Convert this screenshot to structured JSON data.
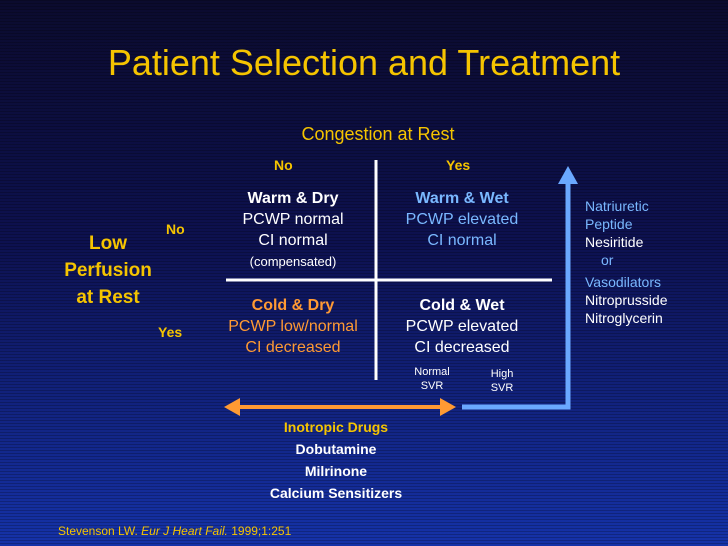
{
  "title": "Patient Selection and Treatment",
  "congestion_label": "Congestion at Rest",
  "congestion_no": "No",
  "congestion_yes": "Yes",
  "perfusion_label": [
    "Low",
    "Perfusion",
    "at Rest"
  ],
  "perfusion_no": "No",
  "perfusion_yes": "Yes",
  "quadrants": {
    "warm_dry": {
      "head": "Warm & Dry",
      "line1": "PCWP normal",
      "line2": "CI normal",
      "line3": "(compensated)"
    },
    "warm_wet": {
      "head": "Warm & Wet",
      "line1": "PCWP elevated",
      "line2": "CI normal"
    },
    "cold_dry": {
      "head": "Cold & Dry",
      "line1": "PCWP low/normal",
      "line2": "CI decreased"
    },
    "cold_wet": {
      "head": "Cold & Wet",
      "line1": "PCWP elevated",
      "line2": "CI decreased"
    }
  },
  "svr": {
    "normal": [
      "Normal",
      "SVR"
    ],
    "high": [
      "High",
      "SVR"
    ]
  },
  "right_panel": {
    "natriuretic": [
      "Natriuretic",
      "Peptide"
    ],
    "nesiritide": "Nesiritide",
    "or": "or",
    "vasodilators": "Vasodilators",
    "nitroprusside": "Nitroprusside",
    "nitroglycerin": "Nitroglycerin"
  },
  "inotropic": {
    "title": "Inotropic Drugs",
    "items": [
      "Dobutamine",
      "Milrinone",
      "Calcium Sensitizers"
    ]
  },
  "citation": {
    "author": "Stevenson LW.",
    "journal": "Eur J Heart Fail.",
    "ref": "1999;1:251"
  },
  "colors": {
    "yellow": "#f5c400",
    "white": "#ffffff",
    "orange": "#ff9a33",
    "light_blue": "#7ab8ff",
    "arrow_blue": "#6aa8ff"
  }
}
